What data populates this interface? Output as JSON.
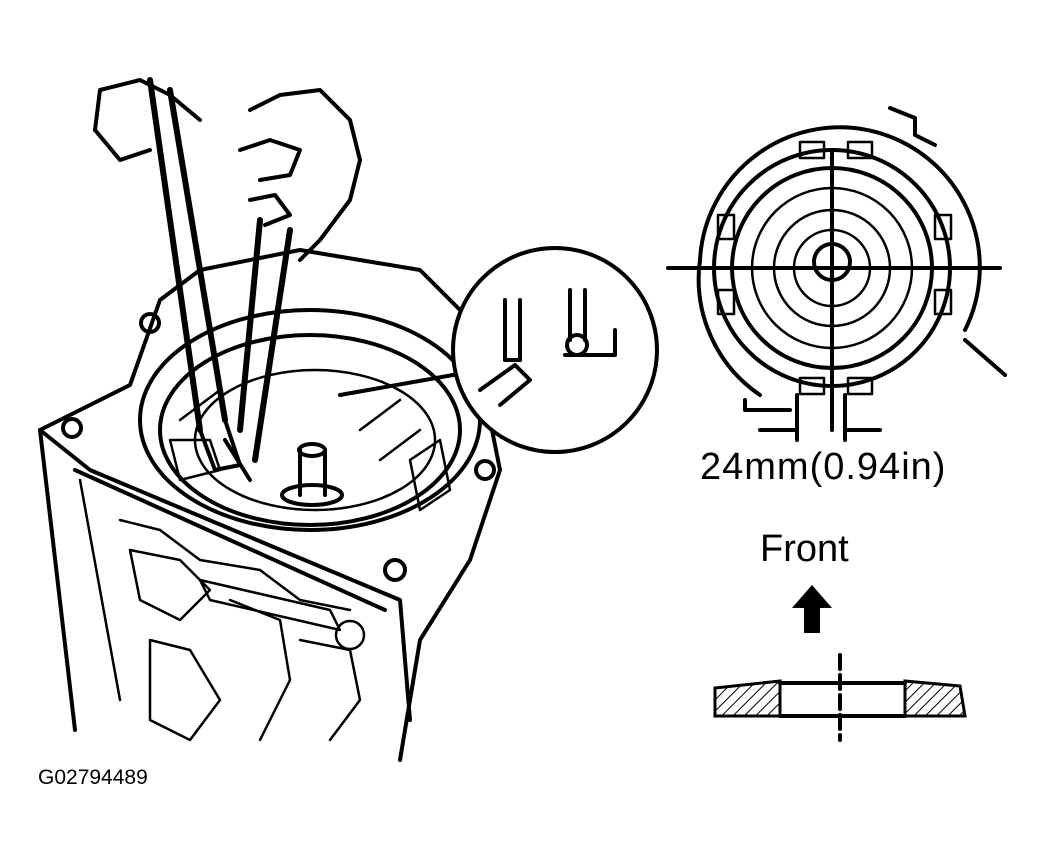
{
  "diagram": {
    "dimension_label": "24mm(0.94in)",
    "direction_label": "Front",
    "figure_id": "G02794489"
  },
  "colors": {
    "ink": "#000000",
    "paper": "#ffffff"
  },
  "icons": {
    "arrow": "up-arrow-icon"
  }
}
